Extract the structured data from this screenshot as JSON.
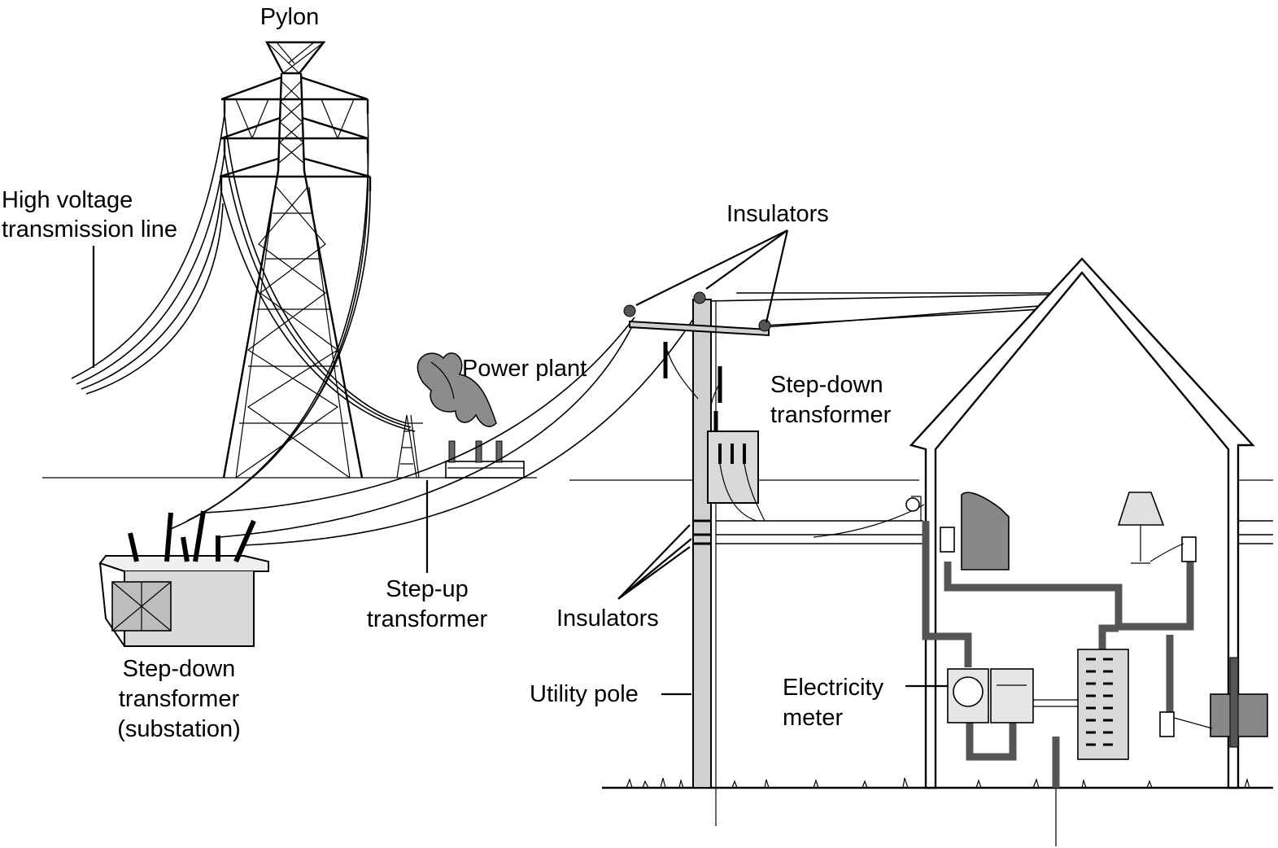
{
  "labels": {
    "pylon": "Pylon",
    "hv_line_1": "High voltage",
    "hv_line_2": "transmission line",
    "power_plant": "Power plant",
    "step_up_1": "Step-up",
    "step_up_2": "transformer",
    "substation_1": "Step-down",
    "substation_2": "transformer",
    "substation_3": "(substation)",
    "insulators_top": "Insulators",
    "insulators_bottom": "Insulators",
    "pole_transformer_1": "Step-down",
    "pole_transformer_2": "transformer",
    "utility_pole": "Utility pole",
    "meter_1": "Electricity",
    "meter_2": "meter"
  }
}
